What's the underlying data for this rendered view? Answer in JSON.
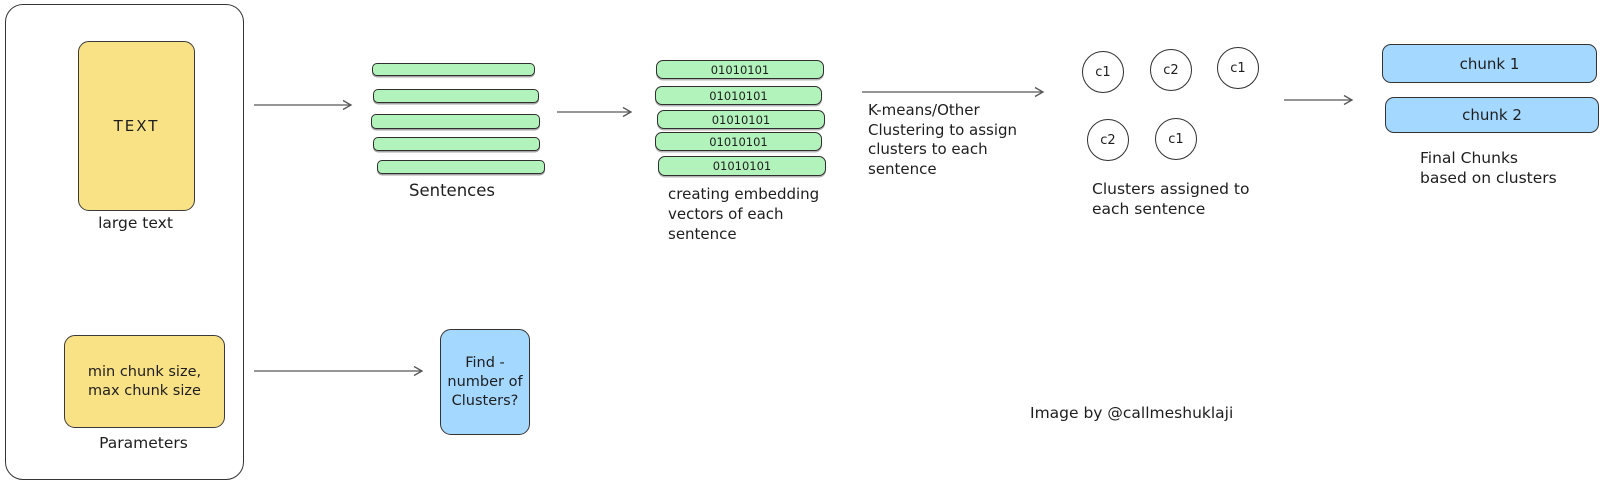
{
  "colors": {
    "yellow_fill": "#f9e286",
    "green_fill": "#b2f2bb",
    "blue_fill": "#a5d8ff",
    "stroke": "#1e1e1e",
    "arrow": "#575757"
  },
  "input_panel": {
    "text_box_label": "TEXT",
    "text_box_caption": "large text",
    "params_lines": [
      "min chunk size,",
      "max chunk size"
    ],
    "params_caption": "Parameters"
  },
  "sentences": {
    "caption": "Sentences",
    "bar_count": 5
  },
  "embeddings": {
    "items": [
      "01010101",
      "01010101",
      "01010101",
      "01010101",
      "01010101"
    ],
    "caption_lines": [
      "creating embedding",
      "vectors of each",
      "sentence"
    ]
  },
  "clustering_step": {
    "label_lines": [
      "K-means/Other",
      "Clustering to assign",
      "clusters to each",
      "sentence"
    ]
  },
  "clusters": {
    "circles": [
      "c1",
      "c2",
      "c1",
      "c2",
      "c1"
    ],
    "caption_lines": [
      "Clusters assigned to",
      "each sentence"
    ]
  },
  "chunks": {
    "items": [
      "chunk 1",
      "chunk 2"
    ],
    "caption_lines": [
      "Final Chunks",
      "based on clusters"
    ]
  },
  "find_clusters_box": {
    "lines": [
      "Find -",
      "number of",
      "Clusters?"
    ]
  },
  "credit": "Image by @callmeshuklaji"
}
